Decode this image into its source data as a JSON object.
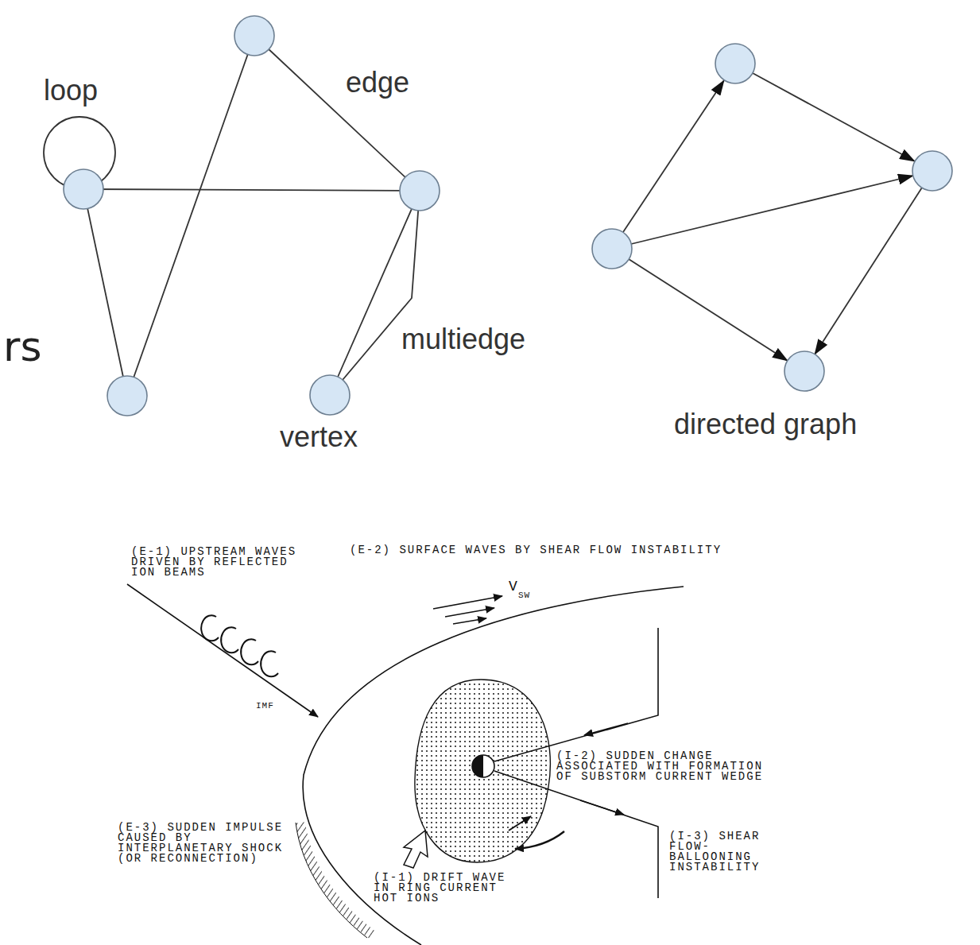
{
  "diagram": {
    "labels": [
      "loop",
      "edge",
      "multiedge",
      "rs",
      "vertex",
      "directed graph",
      "(E-1) UPSTREAM WAVES DRIVEN BY REFLECTED ION BEAMS",
      "(E-2) SURFACE WAVES BY SHEAR FLOW INSTABILITY",
      "V",
      "SW",
      "IMF",
      "(I-2) SUDDEN CHANGE ASSOCIATED WITH FORMATION OF SUBSTORM CURRENT WEDGE",
      "(I-3) SHEAR FLOW- BALLOONING INSTABILITY",
      "(E-3) SUDDEN IMPULSE CAUSED BY INTERPLANETARY SHOCK (OR RECONNECTION)",
      "(I-1) DRIFT WAVE IN RING CURRENT HOT IONS"
    ]
  }
}
